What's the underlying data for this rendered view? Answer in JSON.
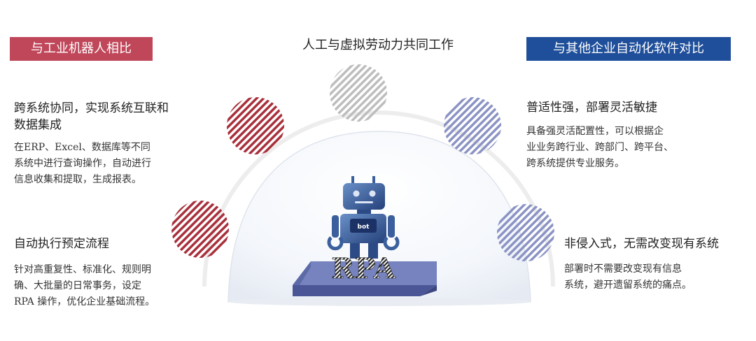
{
  "top_title": "人工与虚拟劳动力共同工作",
  "left": {
    "tag": "与工业机器人相比",
    "items": [
      {
        "title_lines": [
          "跨系统协同，实现系统互联和",
          "数据集成"
        ],
        "desc_lines": [
          "在ERP、Excel、数据库等不同",
          "系统中进行查询操作，自动进行",
          "信息收集和提取，生成报表。"
        ]
      },
      {
        "title_lines": [
          "自动执行预定流程"
        ],
        "desc_lines": [
          "针对高重复性、标准化、规则明",
          "确、大批量的日常事务，设定",
          "RPA 操作，优化企业基础流程。"
        ]
      }
    ]
  },
  "right": {
    "tag": "与其他企业自动化软件对比",
    "items": [
      {
        "title_lines": [
          "普适性强，部署灵活敏捷"
        ],
        "desc_lines": [
          "具备强灵活配置性，可以根据企",
          "业业务跨行业、跨部门、跨平台、",
          "跨系统提供专业服务。"
        ]
      },
      {
        "title_lines": [
          "非侵入式，无需改变现有系统"
        ],
        "desc_lines": [
          "部署时不需要改变现有信息",
          "系统，避开遗留系统的痛点。"
        ]
      }
    ]
  },
  "robot": {
    "screen_label": "bot",
    "platform_label": "RPA"
  },
  "colors": {
    "red_accent": "#c0475a",
    "blue_accent": "#1f4f9a",
    "stripe_red": "#a8303c",
    "stripe_gray": "#bdbdbd",
    "stripe_blue": "#8b93c4",
    "robot_blue": "#3b5f9c",
    "platform": "#5c6aa8"
  }
}
